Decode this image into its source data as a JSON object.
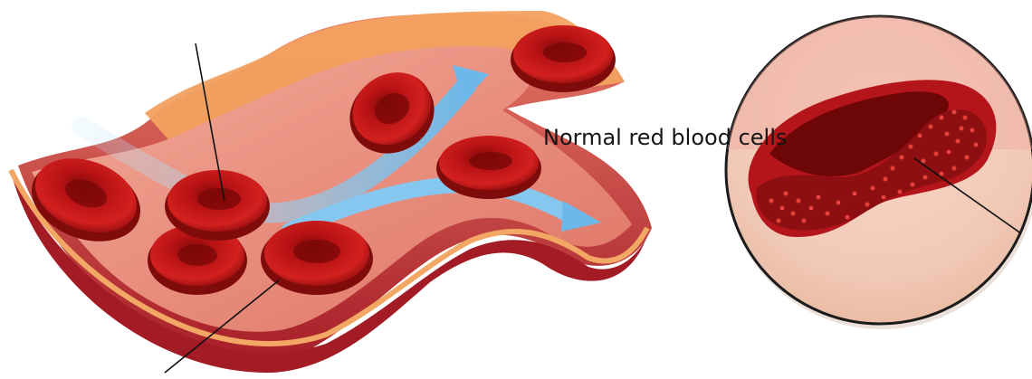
{
  "labels": {
    "caption": "Normal red blood cells"
  },
  "colors": {
    "vessel_wall_outer": "#b3262d",
    "vessel_wall_light": "#f3a25f",
    "vessel_lumen": "#e98a79",
    "flow_arrow": "#79c6ee",
    "cell_red": "#c41518",
    "cell_dark": "#850909",
    "inset_bg": "#f7e4d6",
    "inset_border": "#1b1b1b"
  },
  "icons": [
    "blood-vessel",
    "red-blood-cell",
    "blood-flow-arrow",
    "magnified-cell-cross-section"
  ]
}
